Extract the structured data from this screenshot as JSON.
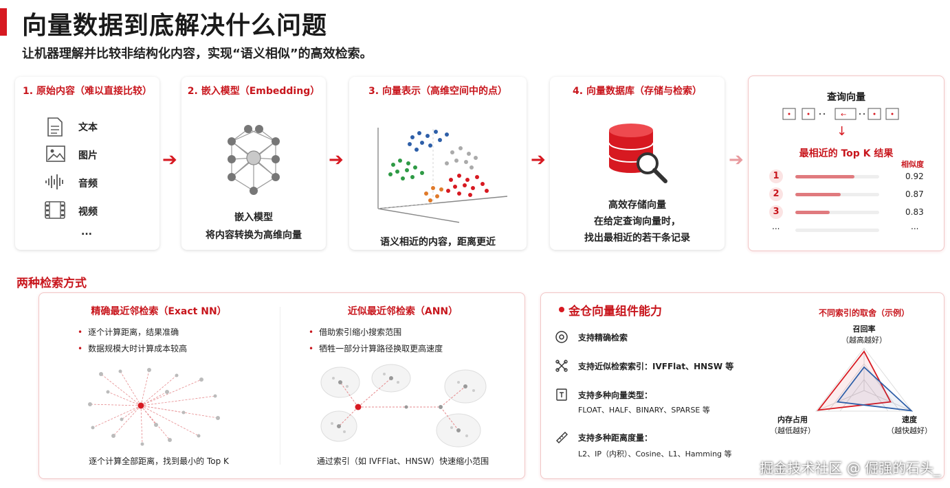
{
  "header": {
    "title": "向量数据到底解决什么问题",
    "subtitle": "让机器理解并比较非结构化内容，实现“语义相似”的高效检索。"
  },
  "steps": [
    {
      "title": "1. 原始内容（难以直接比较）",
      "items": [
        "文本",
        "图片",
        "音频",
        "视频",
        "..."
      ]
    },
    {
      "title": "2. 嵌入模型（Embedding）",
      "caption1": "嵌入模型",
      "caption2": "将内容转换为高维向量"
    },
    {
      "title": "3. 向量表示（高维空间中的点）",
      "caption1": "语义相近的内容，距离更近"
    },
    {
      "title": "4. 向量数据库（存储与检索）",
      "caption1": "高效存储向量",
      "caption2": "在给定查询向量时，",
      "caption3": "找出最相近的若干条记录"
    }
  ],
  "query_panel": {
    "title": "查询向量",
    "result_title": "最相近的 Top K 结果",
    "score_header": "相似度",
    "results": [
      {
        "rank": "1",
        "score": "0.92",
        "value": 0.92
      },
      {
        "rank": "2",
        "score": "0.87",
        "value": 0.87
      },
      {
        "rank": "3",
        "score": "0.83",
        "value": 0.83
      }
    ],
    "more": "...",
    "more_score": "..."
  },
  "section2": {
    "title": "两种检索方式",
    "exact": {
      "title": "精确最近邻检索（Exact NN）",
      "bullets": [
        "逐个计算距离，结果准确",
        "数据规模大时计算成本较高"
      ],
      "caption": "逐个计算全部距离，找到最小的 Top K"
    },
    "ann": {
      "title": "近似最近邻检索（ANN）",
      "bullets": [
        "借助索引缩小搜索范围",
        "牺牲一部分计算路径换取更高速度"
      ],
      "caption": "通过索引（如 IVFFlat、HNSW）快速缩小范围"
    }
  },
  "capabilities": {
    "title": "金仓向量组件能力",
    "items": [
      {
        "label": "支持精确检索",
        "sub": "",
        "icon": "target-icon"
      },
      {
        "label": "支持近似检索索引：IVFFlat、HNSW 等",
        "sub": "",
        "icon": "network-icon"
      },
      {
        "label": "支持多种向量类型：",
        "sub": "FLOAT、HALF、BINARY、SPARSE 等",
        "icon": "type-icon"
      },
      {
        "label": "支持多种距离度量：",
        "sub": "L2、IP（内积）、Cosine、L1、Hamming 等",
        "icon": "ruler-icon"
      }
    ],
    "radar": {
      "title": "不同索引的取舍（示例）",
      "axes": [
        {
          "label": "召回率",
          "note": "（越高越好）"
        },
        {
          "label": "速度",
          "note": "（越快越好）"
        },
        {
          "label": "内存占用",
          "note": "（越低越好）"
        }
      ],
      "series_colors": [
        "#d71921",
        "#2e5fa8"
      ],
      "series": [
        {
          "name": "",
          "values": [
            0.92,
            0.55,
            0.95
          ]
        },
        {
          "name": "",
          "values": [
            0.55,
            0.98,
            0.55
          ]
        }
      ]
    }
  },
  "watermark": "掘金技术社区 @ 倔强的石头_",
  "colors": {
    "accent": "#d71921",
    "blue": "#2e5fa8"
  }
}
